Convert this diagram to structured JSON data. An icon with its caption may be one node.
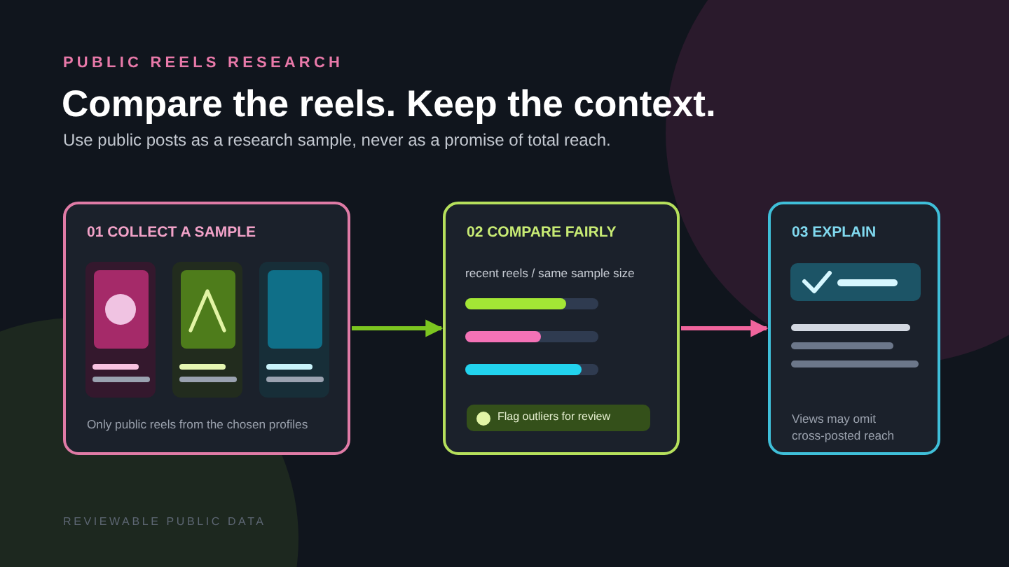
{
  "diagram": {
    "title": "Compare the reels. Keep the context.",
    "nodes": [
      {
        "text": [
          "01 COLLECT A SAMPLE",
          "Only public reels from the chosen profiles"
        ]
      },
      {
        "text": [
          "02 COMPARE FAIRLY",
          "recent reels / same sample size"
        ]
      },
      {
        "text": [
          "Flag outliers for review"
        ],
        "in": 1
      },
      {
        "text": [
          "03 EXPLAIN",
          "Views may omit cross-posted reach"
        ]
      }
    ],
    "edges": [
      {
        "from": 0,
        "to": 1,
        "arrow": "to",
        "color": "#7cc520"
      },
      {
        "from": 1,
        "to": 3,
        "arrow": "to",
        "color": "#f0649c"
      }
    ],
    "labels": [
      "PUBLIC REELS RESEARCH",
      "Use public posts as a research sample, never as a promise of total reach.",
      "REVIEWABLE PUBLIC DATA"
    ]
  }
}
